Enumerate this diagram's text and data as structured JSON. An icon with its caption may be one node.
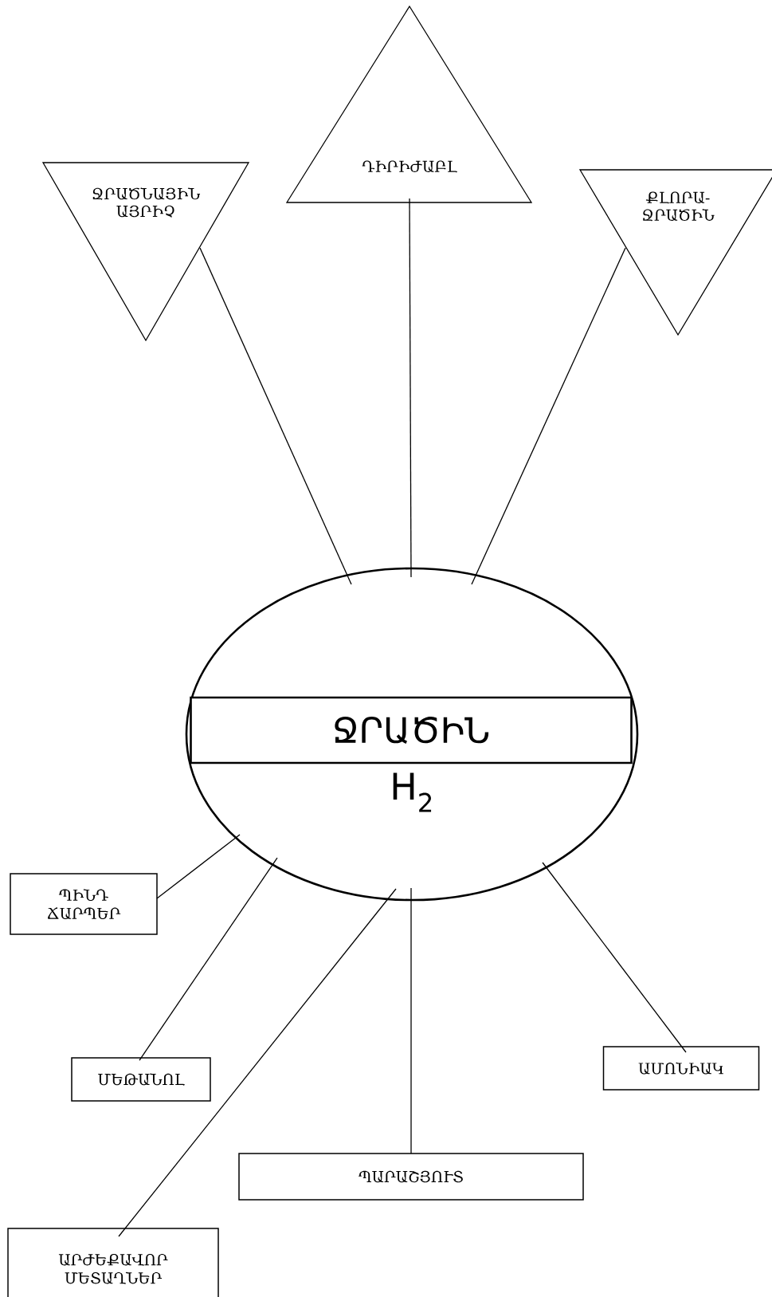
{
  "diagram": {
    "nodes": [
      {
        "text": [
          "ՋՐԱԾՆԱՅԻՆ ԱՅՐԻՉ"
        ]
      },
      {
        "text": [
          "ԴԻՐԻԺԱԲԼ"
        ]
      },
      {
        "text": [
          "ՔԼՈՐԱ-ՋՐԱԾԻՆ"
        ]
      },
      {
        "text": [
          "H$_{2}$"
        ]
      },
      {
        "text": [
          "ՋՐԱԾԻՆ"
        ],
        "in": 3
      },
      {
        "text": [
          "ՊԻՆԴ ՃԱՐՊԵՐ"
        ]
      },
      {
        "text": [
          "ՄԵԹԱՆՈԼ"
        ]
      },
      {
        "text": [
          "ԱՄՈՆԻԱԿ"
        ]
      },
      {
        "text": [
          "ՊԱՐԱՇՅՈՒՏ"
        ]
      },
      {
        "text": [
          "ԱՐԺԵՔԱՎՈՐ ՄԵՏԱՂՆԵՐ"
        ]
      }
    ],
    "edges": [
      {
        "from": 3,
        "to": 0,
        "arrow": "none"
      },
      {
        "from": 3,
        "to": 1,
        "arrow": "none"
      },
      {
        "from": 3,
        "to": 2,
        "arrow": "none"
      },
      {
        "from": 3,
        "to": 5,
        "arrow": "none"
      },
      {
        "from": 3,
        "to": 6,
        "arrow": "none"
      },
      {
        "from": 3,
        "to": 9,
        "arrow": "none"
      },
      {
        "from": 3,
        "to": 8,
        "arrow": "none"
      },
      {
        "from": 3,
        "to": 7,
        "arrow": "none"
      }
    ]
  }
}
